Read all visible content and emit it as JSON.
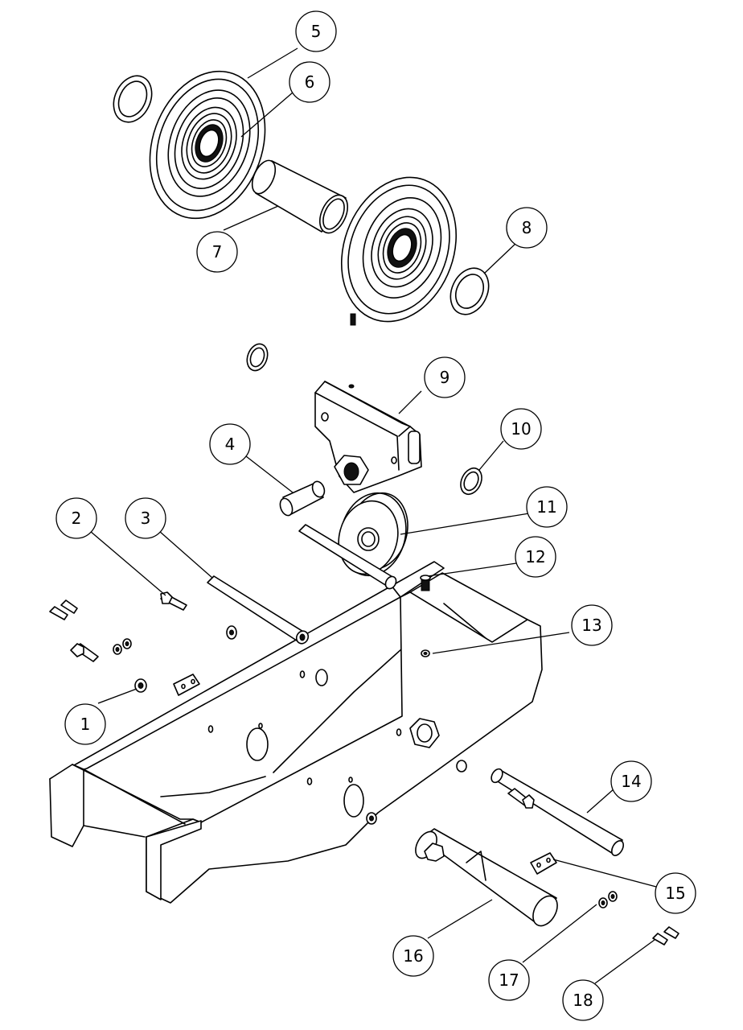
{
  "callouts": [
    {
      "id": "callout-1",
      "number": "1"
    },
    {
      "id": "callout-2",
      "number": "2"
    },
    {
      "id": "callout-3",
      "number": "3"
    },
    {
      "id": "callout-4",
      "number": "4"
    },
    {
      "id": "callout-5",
      "number": "5"
    },
    {
      "id": "callout-6",
      "number": "6"
    },
    {
      "id": "callout-7",
      "number": "7"
    },
    {
      "id": "callout-8",
      "number": "8"
    },
    {
      "id": "callout-9",
      "number": "9"
    },
    {
      "id": "callout-10",
      "number": "10"
    },
    {
      "id": "callout-11",
      "number": "11"
    },
    {
      "id": "callout-12",
      "number": "12"
    },
    {
      "id": "callout-13",
      "number": "13"
    },
    {
      "id": "callout-14",
      "number": "14"
    },
    {
      "id": "callout-15",
      "number": "15"
    },
    {
      "id": "callout-16",
      "number": "16"
    },
    {
      "id": "callout-17",
      "number": "17"
    },
    {
      "id": "callout-18",
      "number": "18"
    }
  ],
  "colors": {
    "line": "#000000",
    "background": "#ffffff"
  }
}
